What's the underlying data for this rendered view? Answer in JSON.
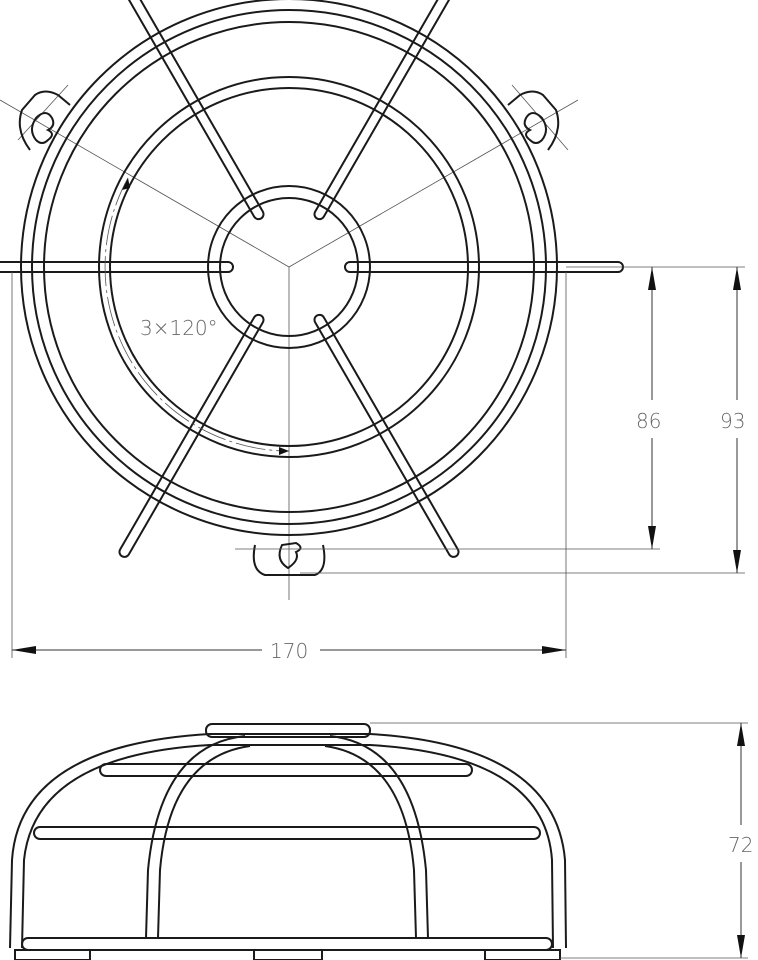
{
  "dimensions": {
    "width": "170",
    "height_inner": "86",
    "height_outer": "93",
    "side_height": "72",
    "angle": "3×120°"
  },
  "colors": {
    "line": "#1a1a1a",
    "dimension": "#555555"
  }
}
